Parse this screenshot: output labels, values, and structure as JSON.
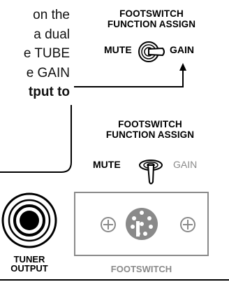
{
  "body_text": {
    "lines": [
      "on  the",
      "a  dual",
      "e TUBE",
      "e GAIN",
      "tput to"
    ]
  },
  "footswitch_assign_top": {
    "title_line1": "FOOTSWITCH",
    "title_line2": "FUNCTION ASSIGN",
    "left_label": "MUTE",
    "right_label": "GAIN",
    "selected": "GAIN"
  },
  "footswitch_assign_bottom": {
    "title_line1": "FOOTSWITCH",
    "title_line2": "FUNCTION ASSIGN",
    "left_label": "MUTE",
    "right_label": "GAIN",
    "selected": "MUTE"
  },
  "tuner_output": {
    "label_line1": "TUNER",
    "label_line2": "OUTPUT"
  },
  "footswitch_jack": {
    "label": "FOOTSWITCH"
  },
  "colors": {
    "ink": "#000000",
    "grey": "#8a8a8a"
  }
}
